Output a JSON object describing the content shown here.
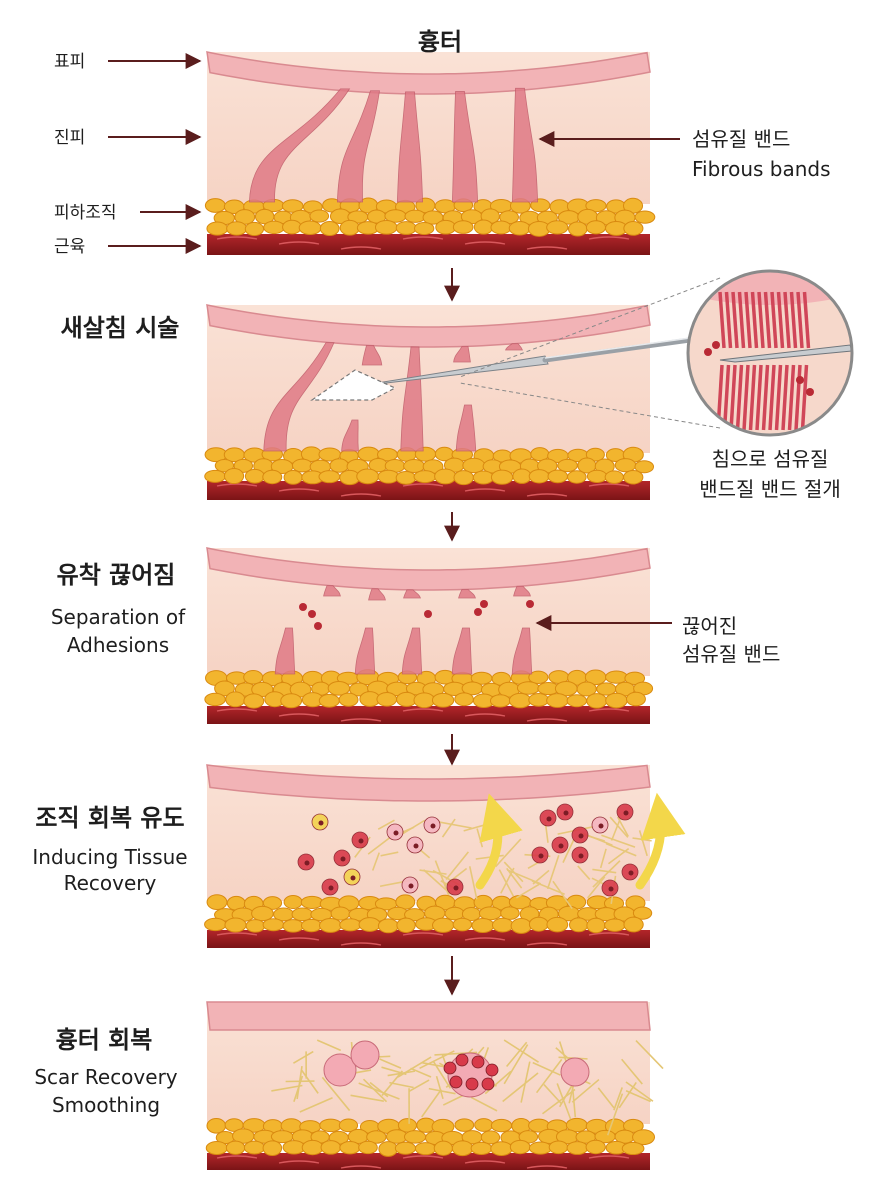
{
  "title": "흉터",
  "layers": {
    "epidermis": "표피",
    "dermis": "진피",
    "subcutis": "피하조직",
    "muscle": "근육"
  },
  "panel1": {
    "annotation_ko": "섬유질 밴드",
    "annotation_en": "Fibrous bands"
  },
  "panel2": {
    "heading": "새살침 시술",
    "annotation_line1": "침으로 섬유질",
    "annotation_line2": "밴드질 밴드 절개"
  },
  "panel3": {
    "heading": "유착 끊어짐",
    "sub_line1": "Separation of",
    "sub_line2": "Adhesions",
    "annotation_line1": "끊어진",
    "annotation_line2": "섬유질 밴드"
  },
  "panel4": {
    "heading": "조직 회복 유도",
    "sub_line1": "Inducing Tissue",
    "sub_line2": "Recovery"
  },
  "panel5": {
    "heading": "흉터 회복",
    "sub_line1": "Scar Recovery",
    "sub_line2": "Smoothing"
  },
  "colors": {
    "epidermis": "#f2b3b6",
    "epidermis_edge": "#d98a90",
    "dermis": "#f8ddd0",
    "fat": "#f2b52e",
    "fat_edge": "#d98a10",
    "muscle": "#9c1f22",
    "band": "#e07a86",
    "arrow": "#5a1d1d",
    "recovery_arrow": "#f3d74a",
    "cell": "#d83a4a"
  }
}
